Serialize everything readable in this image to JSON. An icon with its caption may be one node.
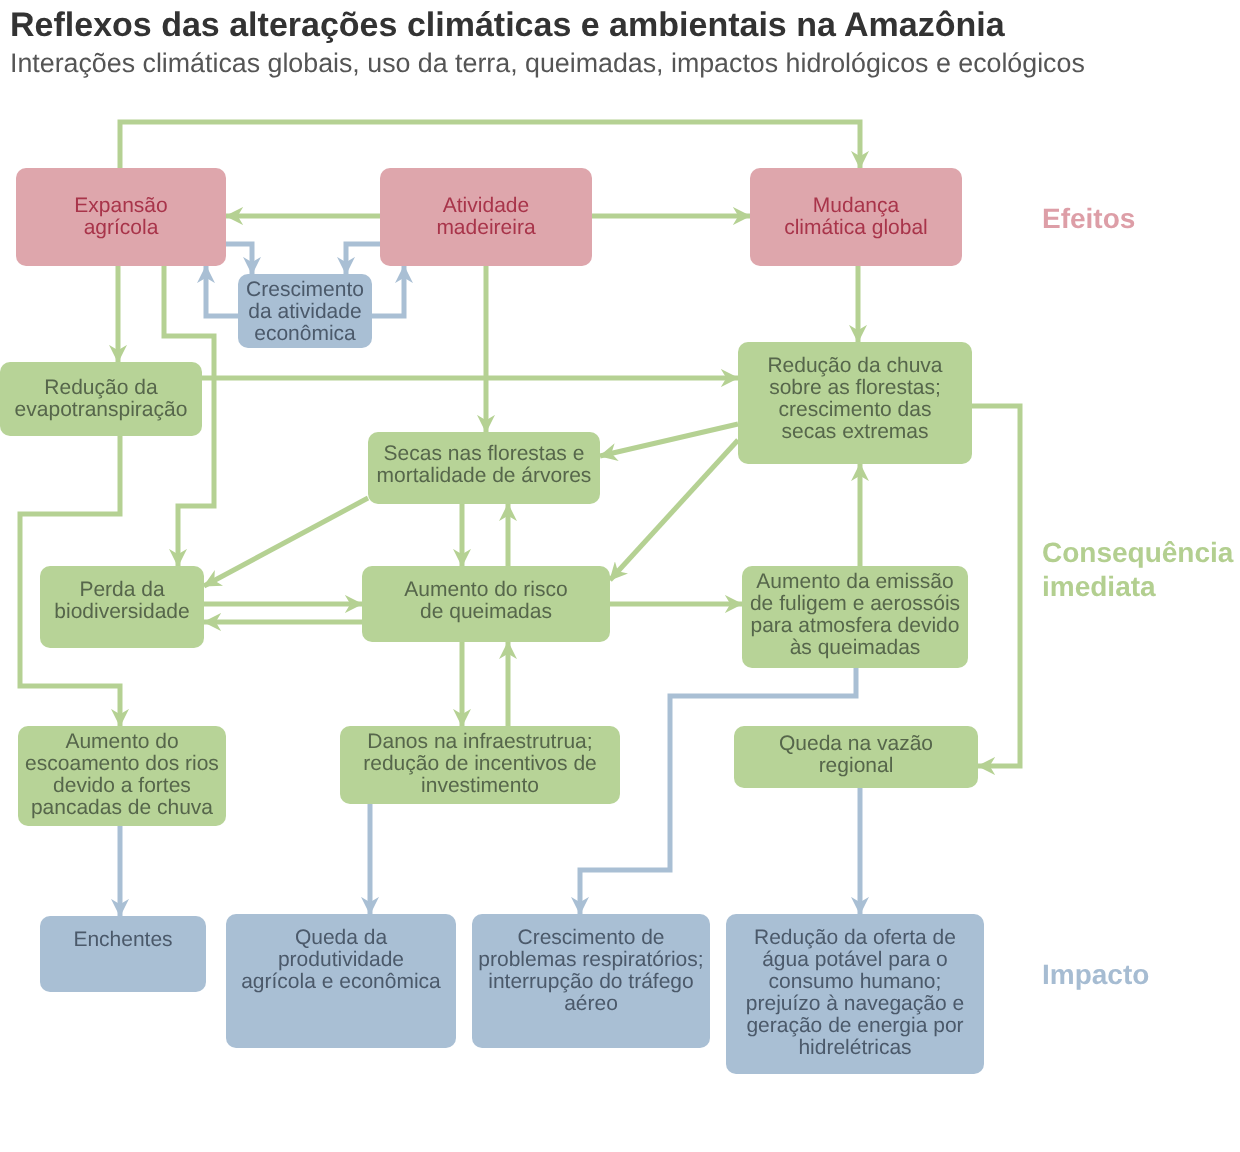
{
  "diagram": {
    "title": "Reflexos das alterações climáticas e ambientais na Amazônia",
    "nodes": [
      {
        "text": [
          "Expansão agrícola"
        ]
      },
      {
        "text": [
          "Atividade madeireira"
        ]
      },
      {
        "text": [
          "Mudança climática global"
        ]
      },
      {
        "text": [
          "Crescimento da atividade econômica"
        ]
      },
      {
        "text": [
          "Redução da evapotranspiração"
        ]
      },
      {
        "text": [
          "Redução da chuva sobre as florestas; crescimento das secas extremas"
        ]
      },
      {
        "text": [
          "Secas nas florestas e mortalidade de árvores"
        ]
      },
      {
        "text": [
          "Perda da biodiversidade"
        ]
      },
      {
        "text": [
          "Aumento do risco de queimadas"
        ]
      },
      {
        "text": [
          "Aumento da emissão de fuligem e aerossóis para atmosfera devido às queimadas"
        ]
      },
      {
        "text": [
          "Aumento do escoamento dos rios devido a fortes pancadas de chuva"
        ]
      },
      {
        "text": [
          "Danos na infraestrutrua; redução de incentivos de investimento"
        ]
      },
      {
        "text": [
          "Queda na vazão regional"
        ]
      },
      {
        "text": [
          "Enchentes"
        ]
      },
      {
        "text": [
          "Queda da produtividade agrícola e econômica"
        ]
      },
      {
        "text": [
          "Crescimento de problemas respiratórios; interrupção do tráfego aéreo"
        ]
      },
      {
        "text": [
          "Redução da oferta de água potável para o consumo humano; prejuízo à navegação e geração de energia por hidrelétricas"
        ]
      }
    ],
    "edges": [
      {
        "from": 0,
        "to": 2,
        "arrow": "to"
      },
      {
        "from": 1,
        "to": 0,
        "arrow": "to"
      },
      {
        "from": 1,
        "to": 2,
        "arrow": "to"
      },
      {
        "from": 0,
        "to": 3,
        "arrow": "to",
        "color": "#a9bfd4"
      },
      {
        "from": 1,
        "to": 3,
        "arrow": "to",
        "color": "#a9bfd4"
      },
      {
        "from": 3,
        "to": 0,
        "arrow": "to",
        "color": "#a9bfd4"
      },
      {
        "from": 3,
        "to": 1,
        "arrow": "to",
        "color": "#a9bfd4"
      },
      {
        "from": 0,
        "to": 4,
        "arrow": "to"
      },
      {
        "from": 0,
        "to": 7,
        "arrow": "to"
      },
      {
        "from": 1,
        "to": 6,
        "arrow": "to"
      },
      {
        "from": 2,
        "to": 5,
        "arrow": "to"
      },
      {
        "from": 4,
        "to": 5,
        "arrow": "to"
      },
      {
        "from": 5,
        "to": 6,
        "arrow": "to"
      },
      {
        "from": 5,
        "to": 8,
        "arrow": "to"
      },
      {
        "from": 5,
        "to": 12,
        "arrow": "to"
      },
      {
        "from": 4,
        "to": 10,
        "arrow": "to"
      },
      {
        "from": 6,
        "to": 7,
        "arrow": "to"
      },
      {
        "from": 6,
        "to": 8,
        "arrow": "to"
      },
      {
        "from": 8,
        "to": 6,
        "arrow": "to"
      },
      {
        "from": 7,
        "to": 8,
        "arrow": "to"
      },
      {
        "from": 8,
        "to": 7,
        "arrow": "to"
      },
      {
        "from": 8,
        "to": 9,
        "arrow": "to"
      },
      {
        "from": 9,
        "to": 5,
        "arrow": "to"
      },
      {
        "from": 8,
        "to": 11,
        "arrow": "to"
      },
      {
        "from": 11,
        "to": 8,
        "arrow": "to"
      },
      {
        "from": 10,
        "to": 13,
        "arrow": "to",
        "color": "#a9bfd4"
      },
      {
        "from": 11,
        "to": 14,
        "arrow": "to",
        "color": "#a9bfd4"
      },
      {
        "from": 9,
        "to": 15,
        "arrow": "to",
        "color": "#a9bfd4"
      },
      {
        "from": 12,
        "to": 16,
        "arrow": "to",
        "color": "#a9bfd4"
      }
    ],
    "labels": [
      "Interações climáticas globais, uso da terra, queimadas, impactos hidrológicos e ecológicos",
      "Efeitos",
      "Consequência imediata",
      "Impacto"
    ]
  }
}
